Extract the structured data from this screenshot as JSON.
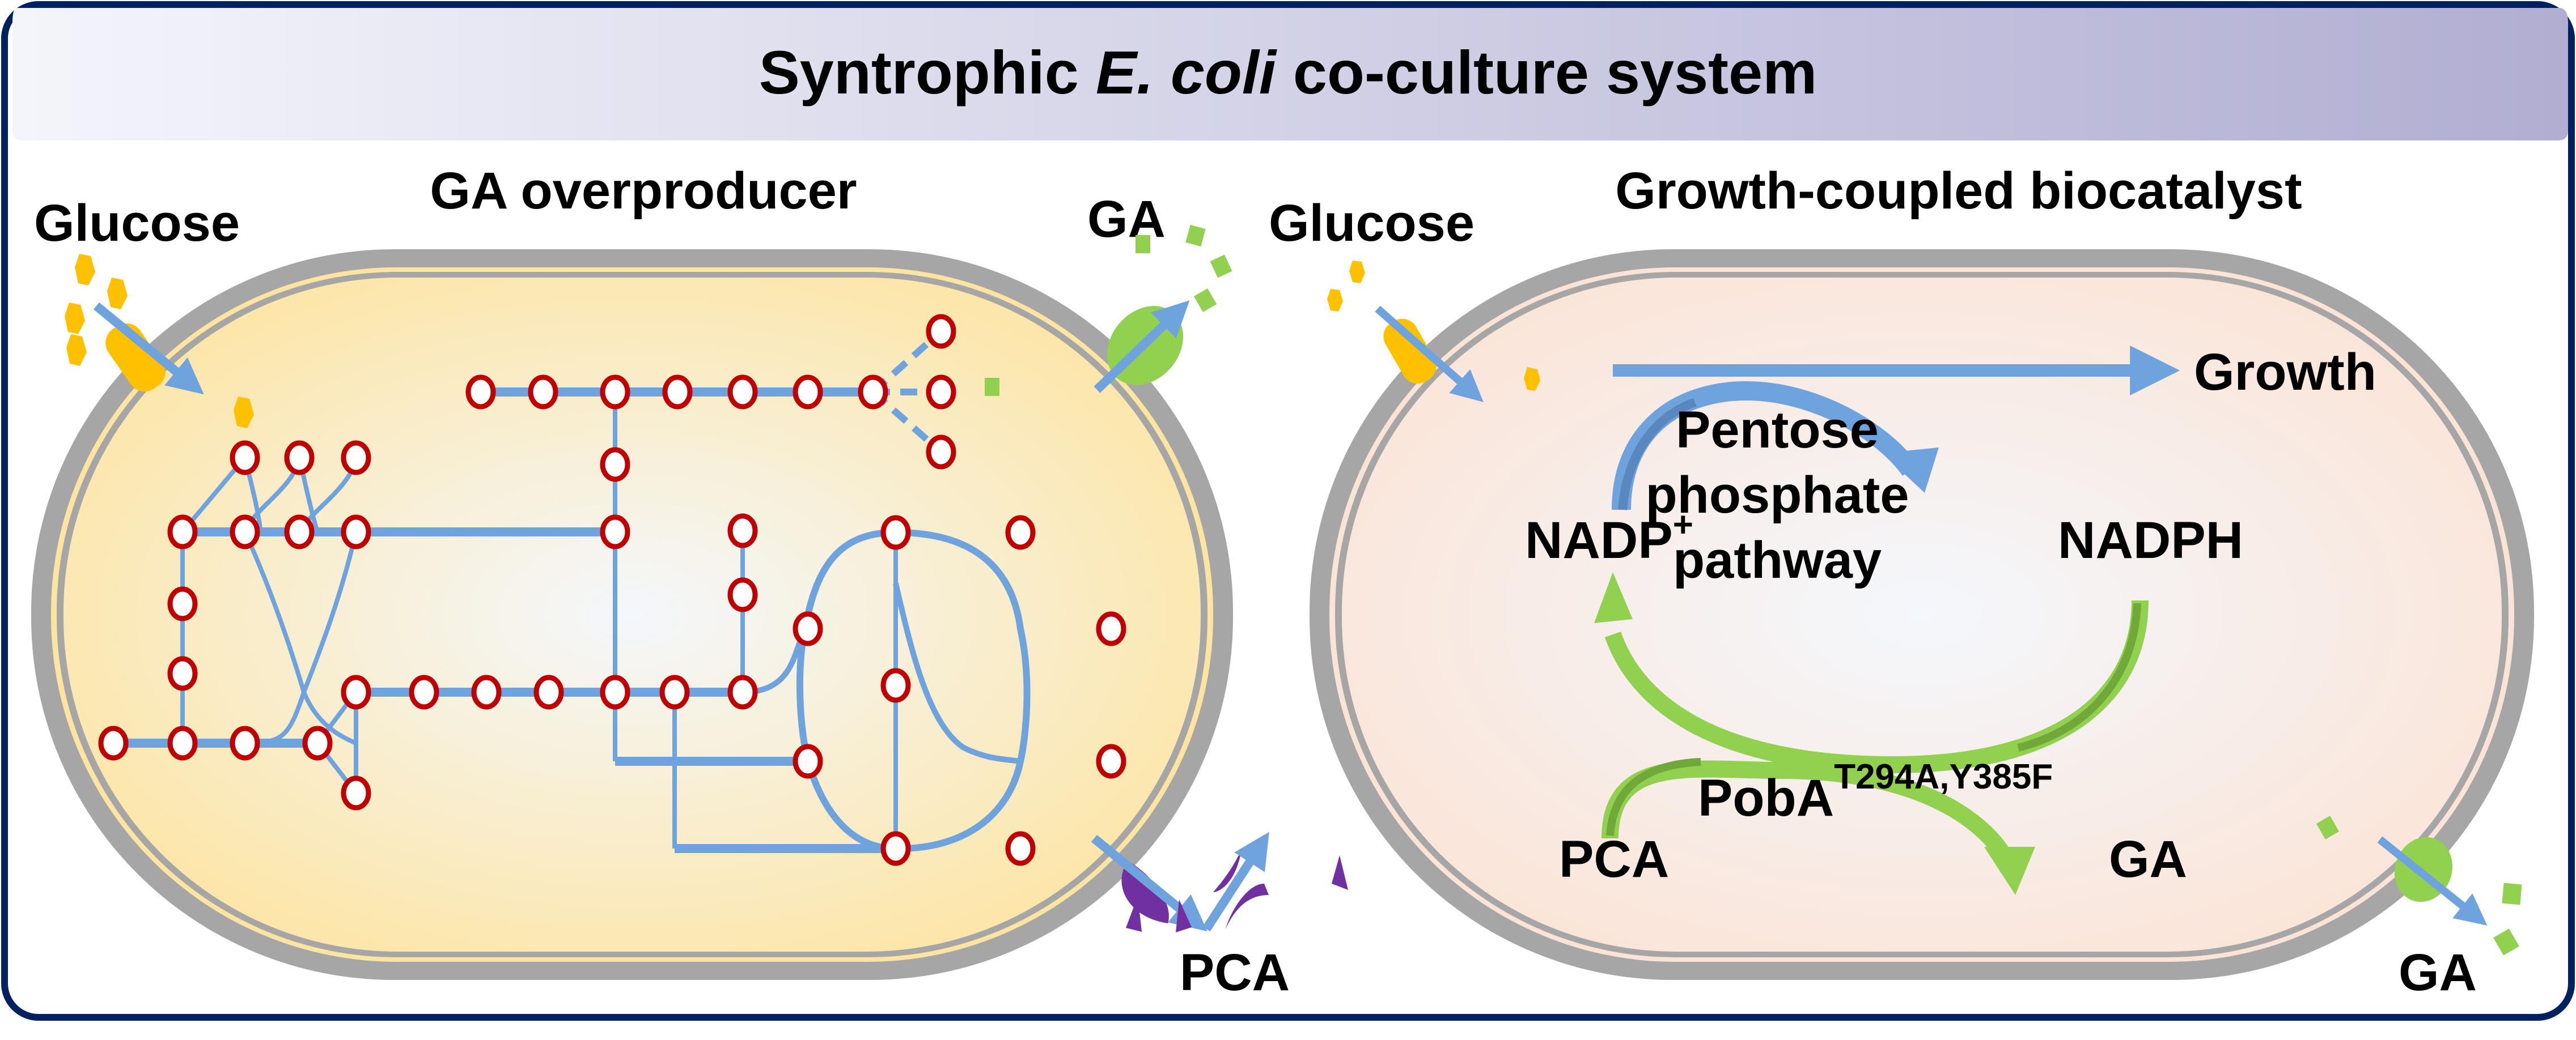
{
  "title": {
    "prefix": "Syntrophic ",
    "italic": "E. coli",
    "suffix": " co-culture system"
  },
  "left_cell": {
    "name": "GA overproducer",
    "input_label": "Glucose",
    "output_label": "GA",
    "export_label": "PCA"
  },
  "right_cell": {
    "name": "Growth-coupled biocatalyst",
    "input_label": "Glucose",
    "growth_label": "Growth",
    "pathway_line1": "Pentose",
    "pathway_line2": "phosphate",
    "pathway_line3": "pathway",
    "cofactor_oxidized": "NADP",
    "cofactor_oxidized_sup": "+",
    "cofactor_reduced": "NADPH",
    "enzyme": "PobA",
    "enzyme_mutations": "T294A,Y385F",
    "substrate": "PCA",
    "product": "GA",
    "exported_label": "GA"
  },
  "colors": {
    "frame": "#00205f",
    "banner_start": "#f4f5fb",
    "banner_end": "#b1aed2",
    "membrane": "#a6a6a6",
    "left_cytoplasm_edge": "#fde4a0",
    "right_cytoplasm_edge": "#fbe3d5",
    "cytoplasm_center": "#f4f7fc",
    "pathway_line": "#6fa3de",
    "metabolite_node": "#c00000",
    "glucose": "#ffc000",
    "ga": "#92d050",
    "ga_dark": "#70a83a",
    "pca": "#7030a0",
    "ppp_dark": "#5a87bd"
  }
}
